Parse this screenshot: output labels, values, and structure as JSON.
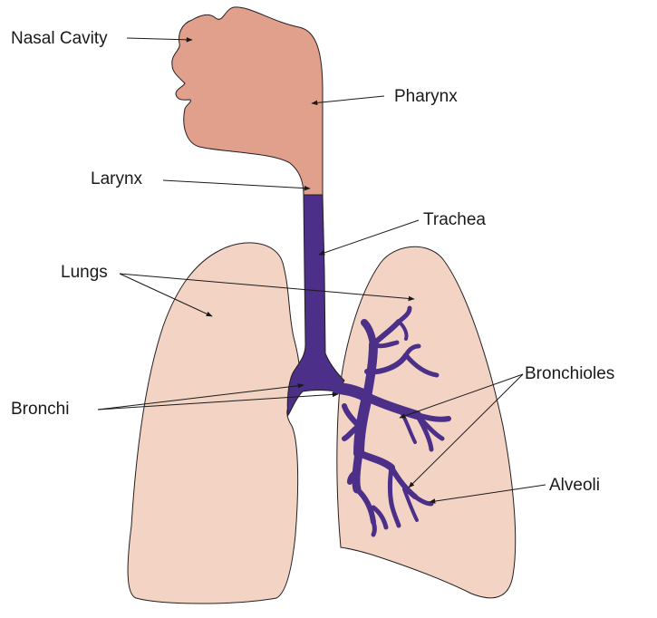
{
  "labels": {
    "nasal_cavity": "Nasal Cavity",
    "pharynx": "Pharynx",
    "larynx": "Larynx",
    "trachea": "Trachea",
    "lungs": "Lungs",
    "bronchi": "Bronchi",
    "bronchioles": "Bronchioles",
    "alveoli": "Alveoli"
  },
  "colors": {
    "upper_airway": "#e1a08b",
    "lungs": "#f3d4c4",
    "airways": "#4b2f88",
    "outline": "#231f20",
    "text": "#1a1a1a"
  }
}
